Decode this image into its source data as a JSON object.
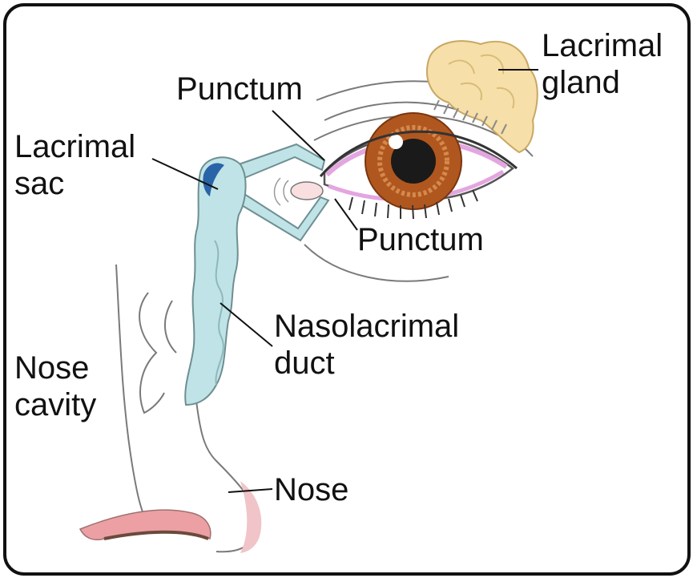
{
  "labels": {
    "lacrimal_gland": [
      "Lacrimal",
      "gland"
    ],
    "punctum_upper": "Punctum",
    "lacrimal_sac": [
      "Lacrimal",
      "sac"
    ],
    "punctum_lower": "Punctum",
    "nasolacrimal_duct": [
      "Nasolacrimal",
      "duct"
    ],
    "nose_cavity": [
      "Nose",
      "cavity"
    ],
    "nose": "Nose"
  },
  "colors": {
    "duct_fill": "#bfe3e6",
    "duct_stroke": "#6e8f92",
    "sac_dark": "#2a64a8",
    "gland_fill": "#f6dfa8",
    "gland_stroke": "#c8a864",
    "iris": "#b0571f",
    "pupil": "#1a1a1a",
    "eyelid_rim": "#e08ad6",
    "nostril": "#e79aa0",
    "line": "#6d6d6d",
    "border": "#111111"
  }
}
